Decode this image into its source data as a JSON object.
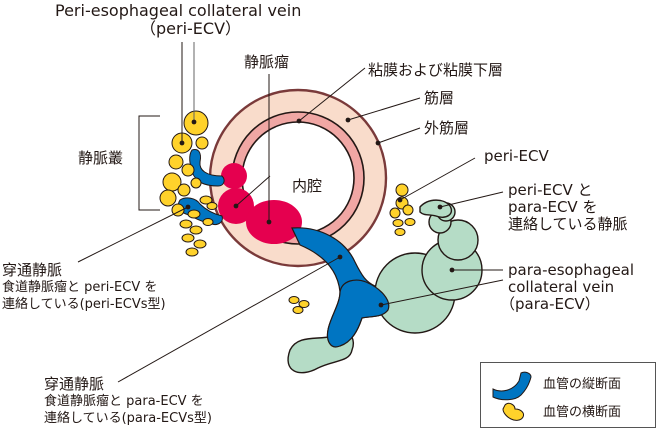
{
  "colors": {
    "wall_outer": "#f9dccb",
    "wall_inner": "#f0a7a4",
    "wall_outline": "#7a3a3a",
    "varix": "#e5004f",
    "vessel_long": "#0075c2",
    "vessel_cross": "#ffd22b",
    "para_ecv": "#b5dcc6",
    "line": "#231815"
  },
  "labels": {
    "peri_ecv_title_en": "Peri-esophageal collateral vein",
    "peri_ecv_title_abbr": "（peri-ECV）",
    "varix": "静脈瘤",
    "mucosa": "粘膜および粘膜下層",
    "muscle": "筋層",
    "outer_muscle": "外筋層",
    "peri_ecv": "peri-ECV",
    "connecting_vein_l1": "peri-ECV と",
    "connecting_vein_l2": "para-ECV を",
    "connecting_vein_l3": "連絡している静脈",
    "plexus": "静脈叢",
    "lumen": "内腔",
    "para_ecv_l1": "para-esophageal",
    "para_ecv_l2": "collateral vein",
    "para_ecv_l3": "（para-ECV）",
    "perf1_title": "穿通静脈",
    "perf1_l1": "食道静脈瘤と peri-ECV を",
    "perf1_l2": "連絡している(peri-ECVs型)",
    "perf2_title": "穿通静脈",
    "perf2_l1": "食道静脈瘤と para-ECV を",
    "perf2_l2": "連絡している(para-ECVs型)"
  },
  "legend": {
    "items": [
      {
        "icon": "longitudinal-vessel-icon",
        "label": "血管の縦断面"
      },
      {
        "icon": "cross-section-vessel-icon",
        "label": "血管の横断面"
      }
    ]
  }
}
